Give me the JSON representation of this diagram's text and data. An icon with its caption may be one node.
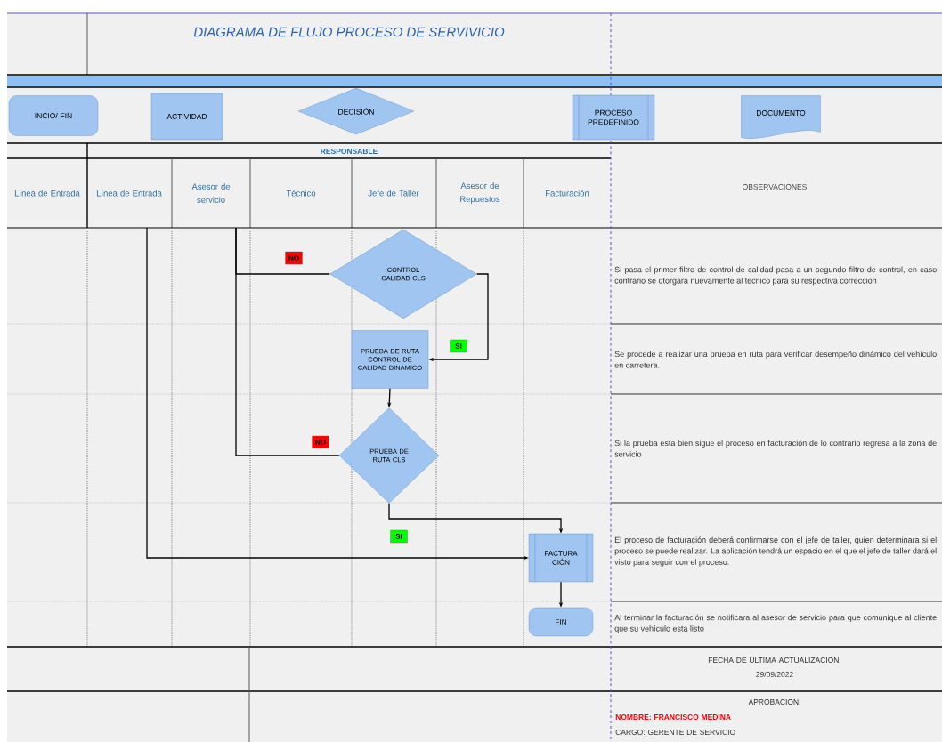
{
  "diagram": {
    "title": "DIAGRAMA DE FLUJO PROCESO DE SERVIVICIO",
    "nodes": [
      {
        "text": [
          "INCIO/ FIN"
        ]
      },
      {
        "text": [
          "ACTIVIDAD"
        ]
      },
      {
        "text": [
          "DECISIÓN"
        ]
      },
      {
        "text": [
          "PROCESO PREDEFINIDO"
        ]
      },
      {
        "text": [
          "DOCUMENTO"
        ]
      },
      {
        "text": [
          "CONTROL CALIDAD CLS"
        ]
      },
      {
        "text": [
          "PRUEBA DE RUTA CONTROL DE CALIDAD DINAMICO"
        ]
      },
      {
        "text": [
          "PRUEBA DE RUTA CLS"
        ]
      },
      {
        "text": [
          "FACTURA CIÓN"
        ]
      },
      {
        "text": [
          "FIN"
        ]
      }
    ],
    "edges": [
      {
        "from": 5,
        "to": null,
        "arrow": "none",
        "label": "NO"
      },
      {
        "from": 7,
        "to": null,
        "arrow": "none",
        "label": "NO"
      },
      {
        "from": 5,
        "to": 6,
        "arrow": "to",
        "label": "SI"
      },
      {
        "from": 6,
        "to": 7,
        "arrow": "to"
      },
      {
        "from": 7,
        "to": 8,
        "arrow": "to",
        "label": "SI"
      },
      {
        "from": null,
        "to": 8,
        "arrow": "to"
      },
      {
        "from": 8,
        "to": 9,
        "arrow": "to"
      }
    ],
    "labels": [
      "RESPONSABLE",
      "Línea de Entrada",
      "Línea de Entrada",
      "Asesor de servicio",
      "Técnico",
      "Jefe de Taller",
      "Asesor de Repuestos",
      "Facturación",
      "OBSERVACIONES",
      "Si pasa el primer filtro de control de calidad pasa a un segundo filtro de control, en caso contrario se otorgara nuevamente al técnico para su respectiva corrección",
      "Se procede a realizar una prueba en ruta para verificar desempeño dinámico del vehículo en carretera.",
      "Si la prueba esta bien sigue el proceso en facturación de lo contrario regresa a la zona de servicio",
      "El proceso de facturación deberá confirmarse con el jefe de taller, quien determinara si el proceso se puede realizar. La aplicación tendrá un espacio en el que el jefe de taller dará el visto para seguir con el proceso.",
      "Al terminar la facturación se notificara al asesor de servicio para que comunique al cliente que su vehículo esta listo",
      "FECHA DE ULTIMA ACTUALIZACION:",
      "29/09/2022",
      "APROBACION:",
      "NOMBRE: FRANCISCO MEDINA",
      "CARGO: GERENTE DE SERVICIO"
    ]
  }
}
